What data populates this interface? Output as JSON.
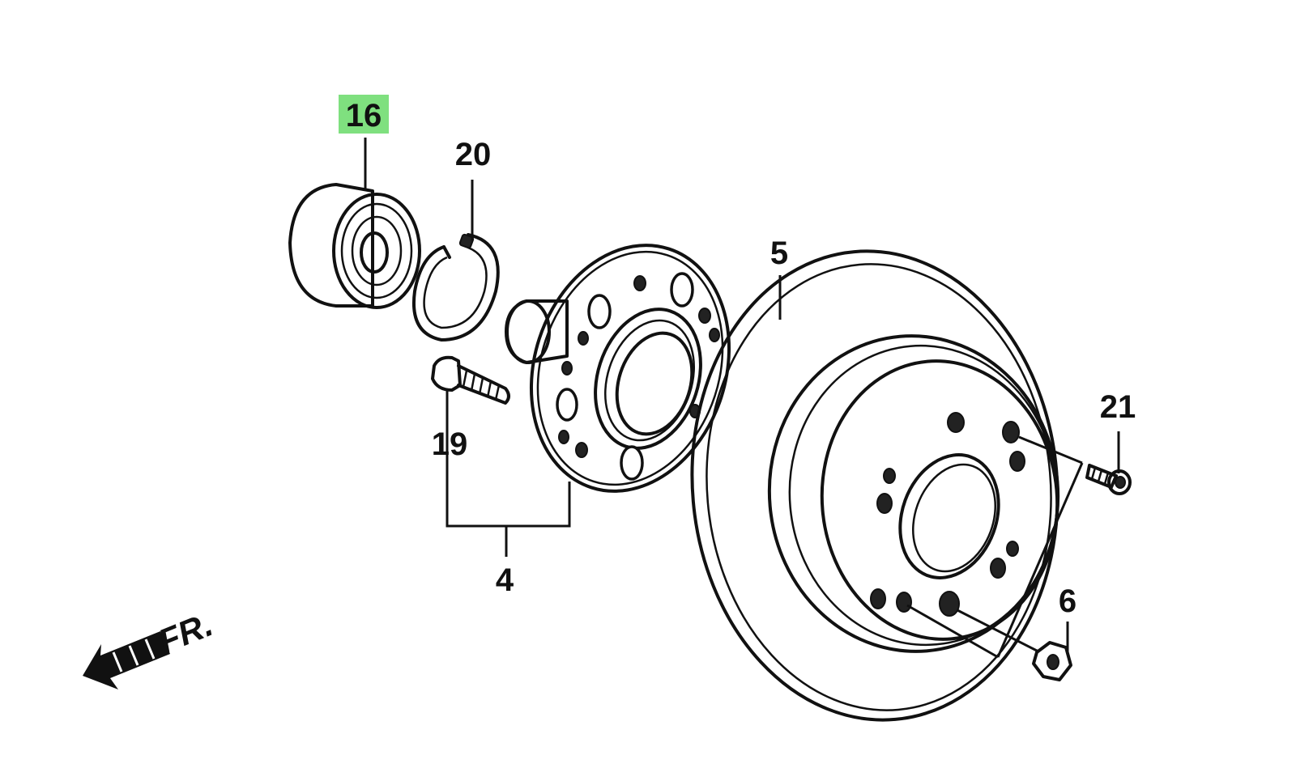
{
  "callouts": {
    "c16": "16",
    "c20": "20",
    "c19": "19",
    "c4": "4",
    "c5": "5",
    "c21": "21",
    "c6": "6"
  },
  "highlight": {
    "part": "16",
    "color": "#7fe07f"
  },
  "direction": {
    "label": "FR.",
    "icon": "arrow-left-icon"
  }
}
